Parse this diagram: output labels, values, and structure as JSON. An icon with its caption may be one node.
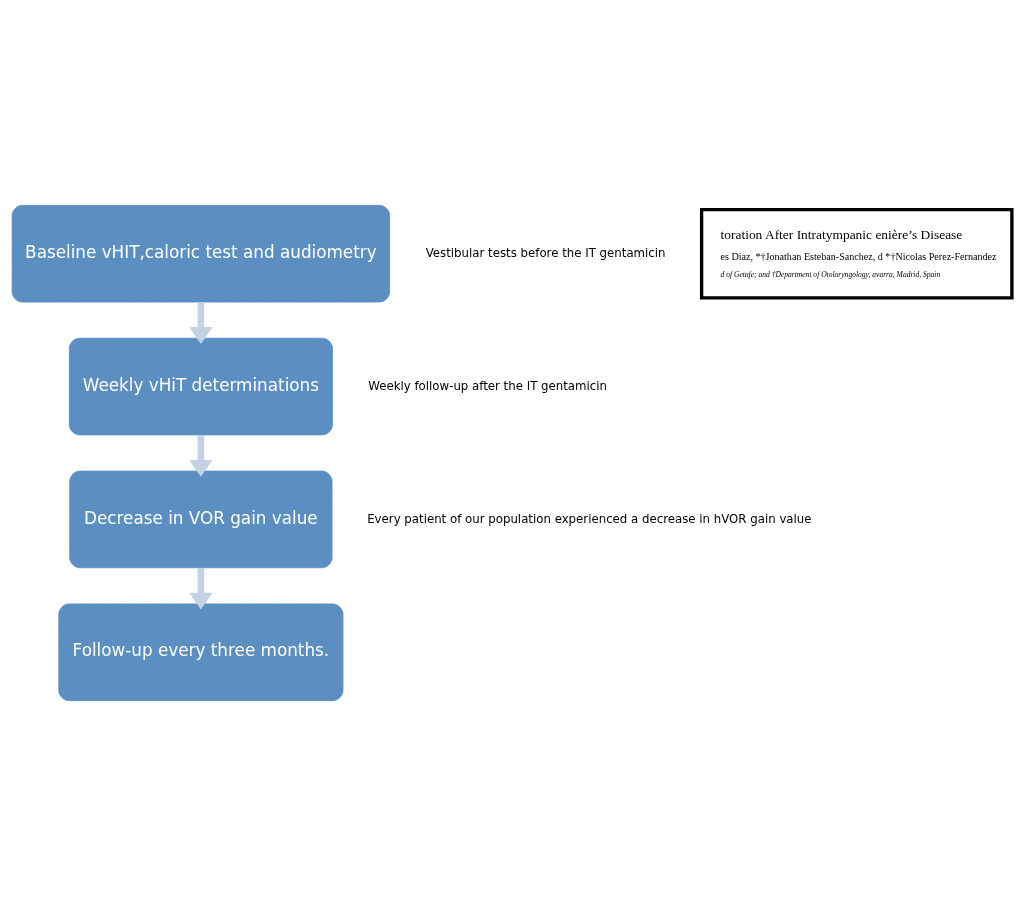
{
  "diagram": {
    "nodes": [
      {
        "text": [
          "Baseline vHIT,caloric test and audiometry"
        ],
        "beside": [
          "Vestibular tests before the IT gentamicin"
        ]
      },
      {
        "text": [
          "Weekly vHiT determinations"
        ],
        "beside": [
          "Weekly follow-up after the IT gentamicin"
        ]
      },
      {
        "text": [
          "Decrease in VOR gain value"
        ],
        "beside": [
          "Every patient of our population experienced a decrease in hVOR gain value"
        ]
      },
      {
        "text": [
          "Follow-up every three months."
        ]
      },
      {
        "text": [
          "toration After Intratympanic enière’s Disease",
          "es Diaz, *†Jonathan Esteban-Sanchez, d *†Nicolas Perez-Fernandez",
          "d of Getafe; and †Department of Otolaryngology, avarra, Madrid, Spain"
        ]
      }
    ],
    "edges": [
      {
        "from": 0,
        "to": 1,
        "arrow": "to"
      },
      {
        "from": 1,
        "to": 2,
        "arrow": "to"
      },
      {
        "from": 2,
        "to": 3,
        "arrow": "to"
      }
    ]
  }
}
